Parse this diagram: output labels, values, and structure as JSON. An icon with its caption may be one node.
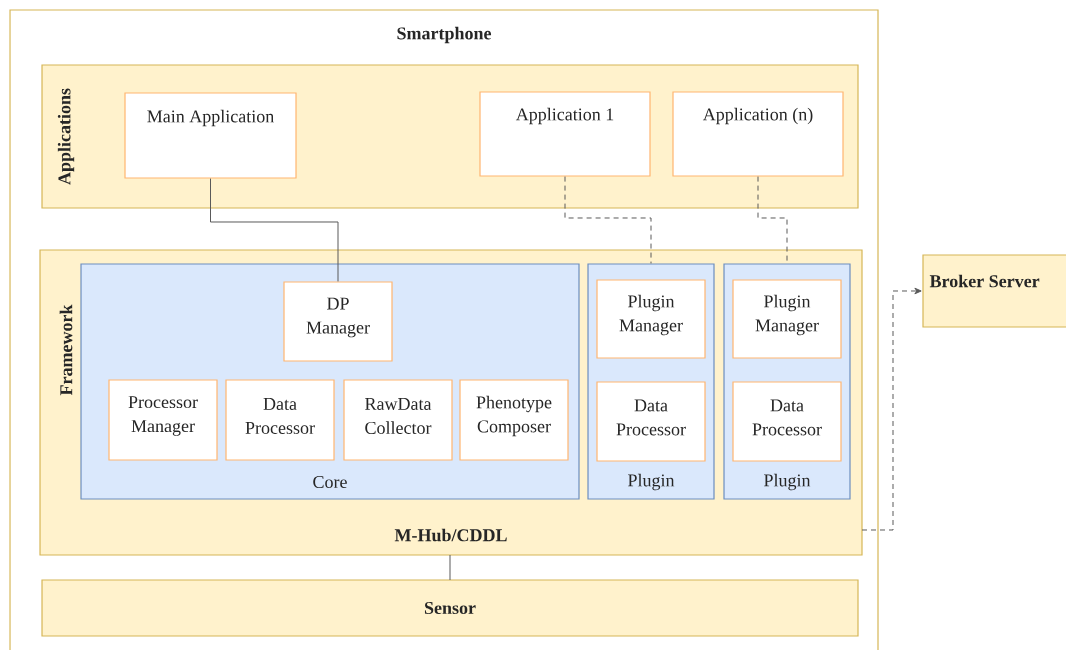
{
  "diagram": {
    "nodes": [
      {
        "text": [
          "Smartphone"
        ]
      },
      {
        "text": [
          "Applications"
        ],
        "in": 0
      },
      {
        "text": [
          "Main Application"
        ],
        "in": 1
      },
      {
        "text": [
          "Application 1"
        ],
        "in": 1
      },
      {
        "text": [
          "Application (n)"
        ],
        "in": 1
      },
      {
        "text": [
          "Framework",
          "M-Hub/CDDL"
        ],
        "in": 0
      },
      {
        "text": [
          "Core"
        ],
        "in": 5
      },
      {
        "text": [
          "DP Manager"
        ],
        "in": 6
      },
      {
        "text": [
          "Processor Manager"
        ],
        "in": 6
      },
      {
        "text": [
          "Data Processor"
        ],
        "in": 6
      },
      {
        "text": [
          "RawData Collector"
        ],
        "in": 6
      },
      {
        "text": [
          "Phenotype Composer"
        ],
        "in": 6
      },
      {
        "text": [
          "Plugin"
        ],
        "in": 5
      },
      {
        "text": [
          "Plugin Manager"
        ],
        "in": 12
      },
      {
        "text": [
          "Data Processor"
        ],
        "in": 12
      },
      {
        "text": [
          "Plugin"
        ],
        "in": 5
      },
      {
        "text": [
          "Plugin Manager"
        ],
        "in": 15
      },
      {
        "text": [
          "Data Processor"
        ],
        "in": 15
      },
      {
        "text": [
          "Sensor"
        ],
        "in": 0
      },
      {
        "text": [
          "Broker Server"
        ]
      }
    ],
    "edges": [
      {
        "from": 2,
        "to": 7,
        "arrow": "none"
      },
      {
        "from": 3,
        "to": 12,
        "arrow": "none",
        "style": "dashed"
      },
      {
        "from": 4,
        "to": 15,
        "arrow": "none",
        "style": "dashed"
      },
      {
        "from": 5,
        "to": 18,
        "arrow": "none"
      },
      {
        "from": 5,
        "to": 19,
        "arrow": "to",
        "style": "dashed"
      }
    ]
  }
}
